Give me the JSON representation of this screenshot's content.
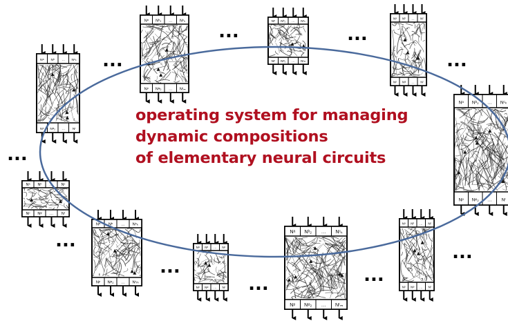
{
  "caption": {
    "line1": "operating system for managing",
    "line2": "dynamic compositions",
    "line3": "of elementary neural circuits"
  },
  "colors": {
    "caption": "#b01020",
    "ellipse": "#4a6a9c",
    "circuit_ink": "#111111",
    "arrow": "#000000"
  },
  "ellipsis_text": "...",
  "circuits": [
    {
      "id": "c1",
      "top": [
        "Nᵃ",
        "Nᵇ",
        "…",
        "Nᶜₖ"
      ],
      "bottom": [
        "Nᵖ",
        "Nᵠ₂",
        "…",
        "Nʳ"
      ]
    },
    {
      "id": "c2",
      "top": [
        "Nᵃ",
        "Nᵇ₂",
        "…",
        "Nᶜₖ"
      ],
      "bottom": [
        "Nᵖ",
        "Nᵠ₂",
        "…",
        "Nʳₘ"
      ]
    },
    {
      "id": "c3",
      "top": [
        "Nᵃ",
        "Nᵇ₂",
        "…",
        "Nᶜₖ"
      ],
      "bottom": [
        "Nᵖ",
        "Nᵠ₂",
        "…",
        "Nʳₘ"
      ]
    },
    {
      "id": "c4",
      "top": [
        "Nᵃ",
        "Nᵇ",
        "…",
        "Nᶜ"
      ],
      "bottom": [
        "Nᵖ",
        "Nᵠ",
        "…",
        "Nʳ"
      ]
    },
    {
      "id": "c5",
      "top": [
        "Nᵃ",
        "Nᵇ₂",
        "…",
        "Nᶜₖ"
      ],
      "bottom": [
        "Nᵖ",
        "Nᵠ₂",
        "…",
        "Nʳ"
      ]
    },
    {
      "id": "c6",
      "top": [
        "Nᵃ",
        "Nᵇ",
        "…",
        "Nᶜ"
      ],
      "bottom": [
        "Nᵖ",
        "Nᵠ",
        "…",
        "Nʳ"
      ]
    },
    {
      "id": "c7",
      "top": [
        "Nᵃ",
        "Nᵇ",
        "…",
        "Nᶜₖ"
      ],
      "bottom": [
        "Nᵖ",
        "Nᵠ₂",
        "…",
        "Nʳₘ"
      ]
    },
    {
      "id": "c8",
      "top": [
        "Nᵃ",
        "Nᵇ",
        "…",
        "Nᶜ"
      ],
      "bottom": [
        "Nᵖ",
        "Nᵠ",
        "…",
        "Nʳ"
      ]
    },
    {
      "id": "c9",
      "top": [
        "Nᵃ",
        "Nᵇ₂",
        "…",
        "Nᶜₖ"
      ],
      "bottom": [
        "Nᵖ",
        "Nᵠ₂",
        "…",
        "Nʳₘ"
      ]
    },
    {
      "id": "c10",
      "top": [
        "Nᵃ",
        "Nᵇ",
        "…",
        "Nᶜ"
      ],
      "bottom": [
        "Nᵖ",
        "Nᵠ",
        "…",
        "Nʳ"
      ]
    }
  ]
}
